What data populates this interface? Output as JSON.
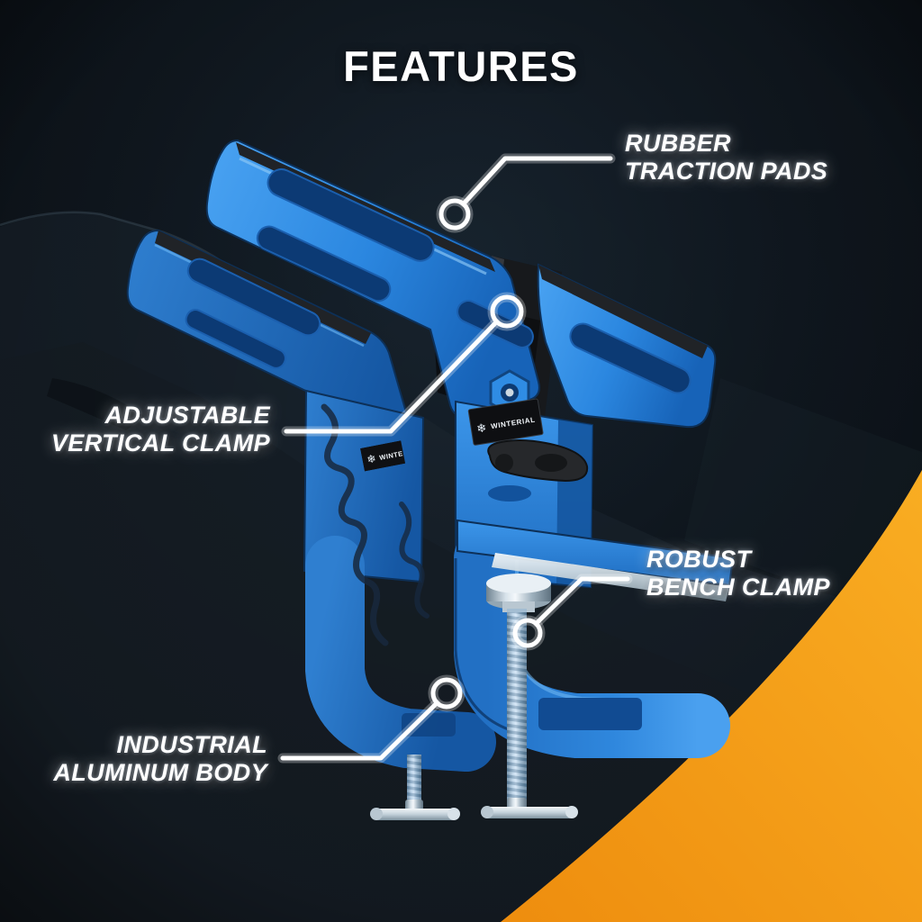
{
  "title": "FEATURES",
  "product": {
    "brand_badge": "WINTERIAL"
  },
  "callouts": {
    "traction": {
      "line1": "RUBBER",
      "line2": "TRACTION PADS"
    },
    "vertical": {
      "line1": "ADJUSTABLE",
      "line2": "VERTICAL CLAMP"
    },
    "bench": {
      "line1": "ROBUST",
      "line2": "BENCH CLAMP"
    },
    "body": {
      "line1": "INDUSTRIAL",
      "line2": "ALUMINUM BODY"
    }
  },
  "colors": {
    "background_dark": "#0C1219",
    "accent_orange": "#F39C12",
    "product_blue": "#2B87E0",
    "leader_white": "#FFFFFF",
    "rubber_black": "#1D1F22"
  }
}
